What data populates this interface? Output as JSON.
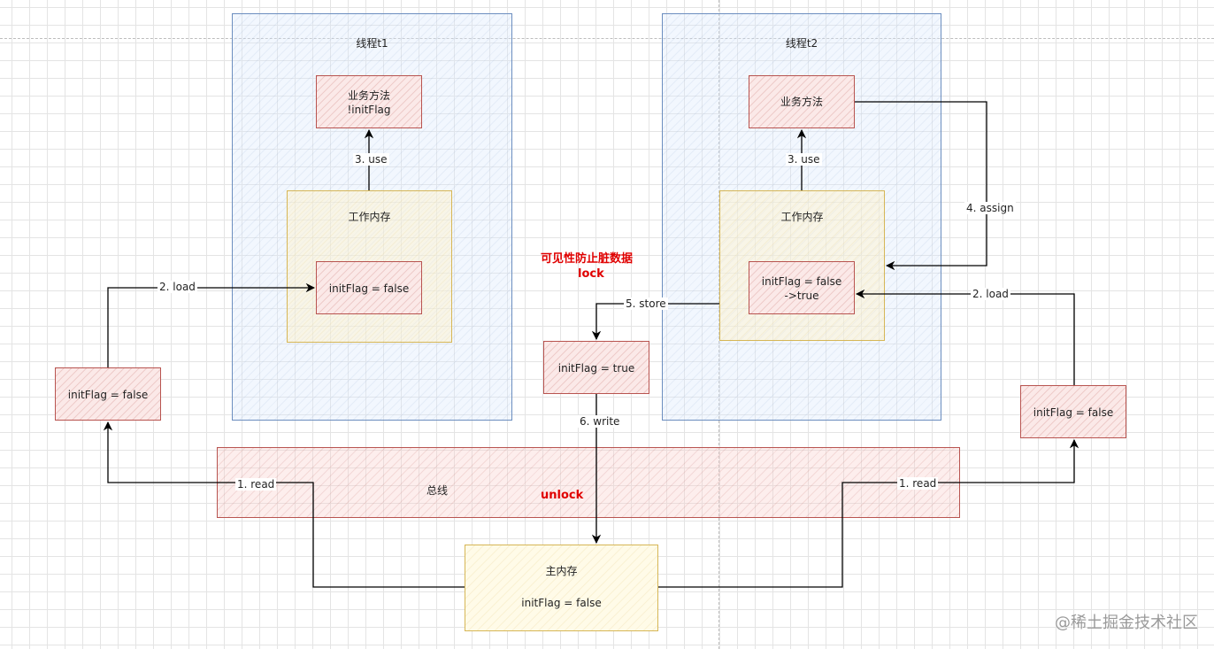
{
  "thread_t1": {
    "title": "线程t1",
    "business": {
      "line1": "业务方法",
      "line2": "!initFlag"
    },
    "use_label": "3. use",
    "work_memory": {
      "title": "工作内存",
      "value": "initFlag = false"
    }
  },
  "thread_t2": {
    "title": "线程t2",
    "business": {
      "line1": "业务方法"
    },
    "use_label": "3. use",
    "assign_label": "4. assign",
    "work_memory": {
      "title": "工作内存",
      "value_line1": "initFlag = false",
      "value_line2": "->true"
    }
  },
  "left_copy": {
    "value": "initFlag = false",
    "load_label": "2. load",
    "read_label": "1. read"
  },
  "right_copy": {
    "value": "initFlag = false",
    "load_label": "2. load",
    "read_label": "1. read"
  },
  "middle": {
    "visibility_text": "可见性防止脏数据",
    "lock_text": "lock",
    "value": "initFlag = true",
    "store_label": "5. store",
    "write_label": "6. write"
  },
  "bus": {
    "title": "总线",
    "unlock_text": "unlock"
  },
  "main_memory": {
    "title": "主内存",
    "value": "initFlag = false"
  },
  "watermark": "@稀土掘金技术社区",
  "colors": {
    "thread_border": "#6c8ebf",
    "memory_border": "#d6b656",
    "red_border": "#b85450",
    "highlight_text": "#e00000",
    "edge": "#000000"
  }
}
